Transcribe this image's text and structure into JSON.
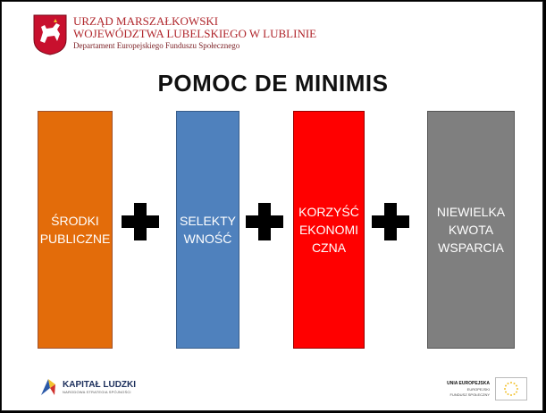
{
  "header": {
    "line1": "URZĄD MARSZAŁKOWSKI",
    "line2": "WOJEWÓDZTWA LUBELSKIEGO W LUBLINIE",
    "line3": "Departament Europejskiego Funduszu Społecznego"
  },
  "title": "POMOC DE MINIMIS",
  "boxes": [
    {
      "lines": [
        "ŚRODKI",
        "PUBLICZNE"
      ],
      "color": "#e36c0a"
    },
    {
      "lines": [
        "SELEKTY",
        "WNOŚĆ"
      ],
      "color": "#4f81bd"
    },
    {
      "lines": [
        "KORZYŚĆ",
        "EKONOMI",
        "CZNA"
      ],
      "color": "#ff0000"
    },
    {
      "lines": [
        "NIEWIELKA",
        "KWOTA",
        "WSPARCIA"
      ],
      "color": "#7f7f7f"
    }
  ],
  "footer": {
    "left_main": "KAPITAŁ LUDZKI",
    "left_sub": "NARODOWA STRATEGIA SPÓJNOŚCI",
    "right_lines": [
      "UNIA EUROPEJSKA",
      "EUROPEJSKI",
      "FUNDUSZ SPOŁECZNY"
    ]
  }
}
